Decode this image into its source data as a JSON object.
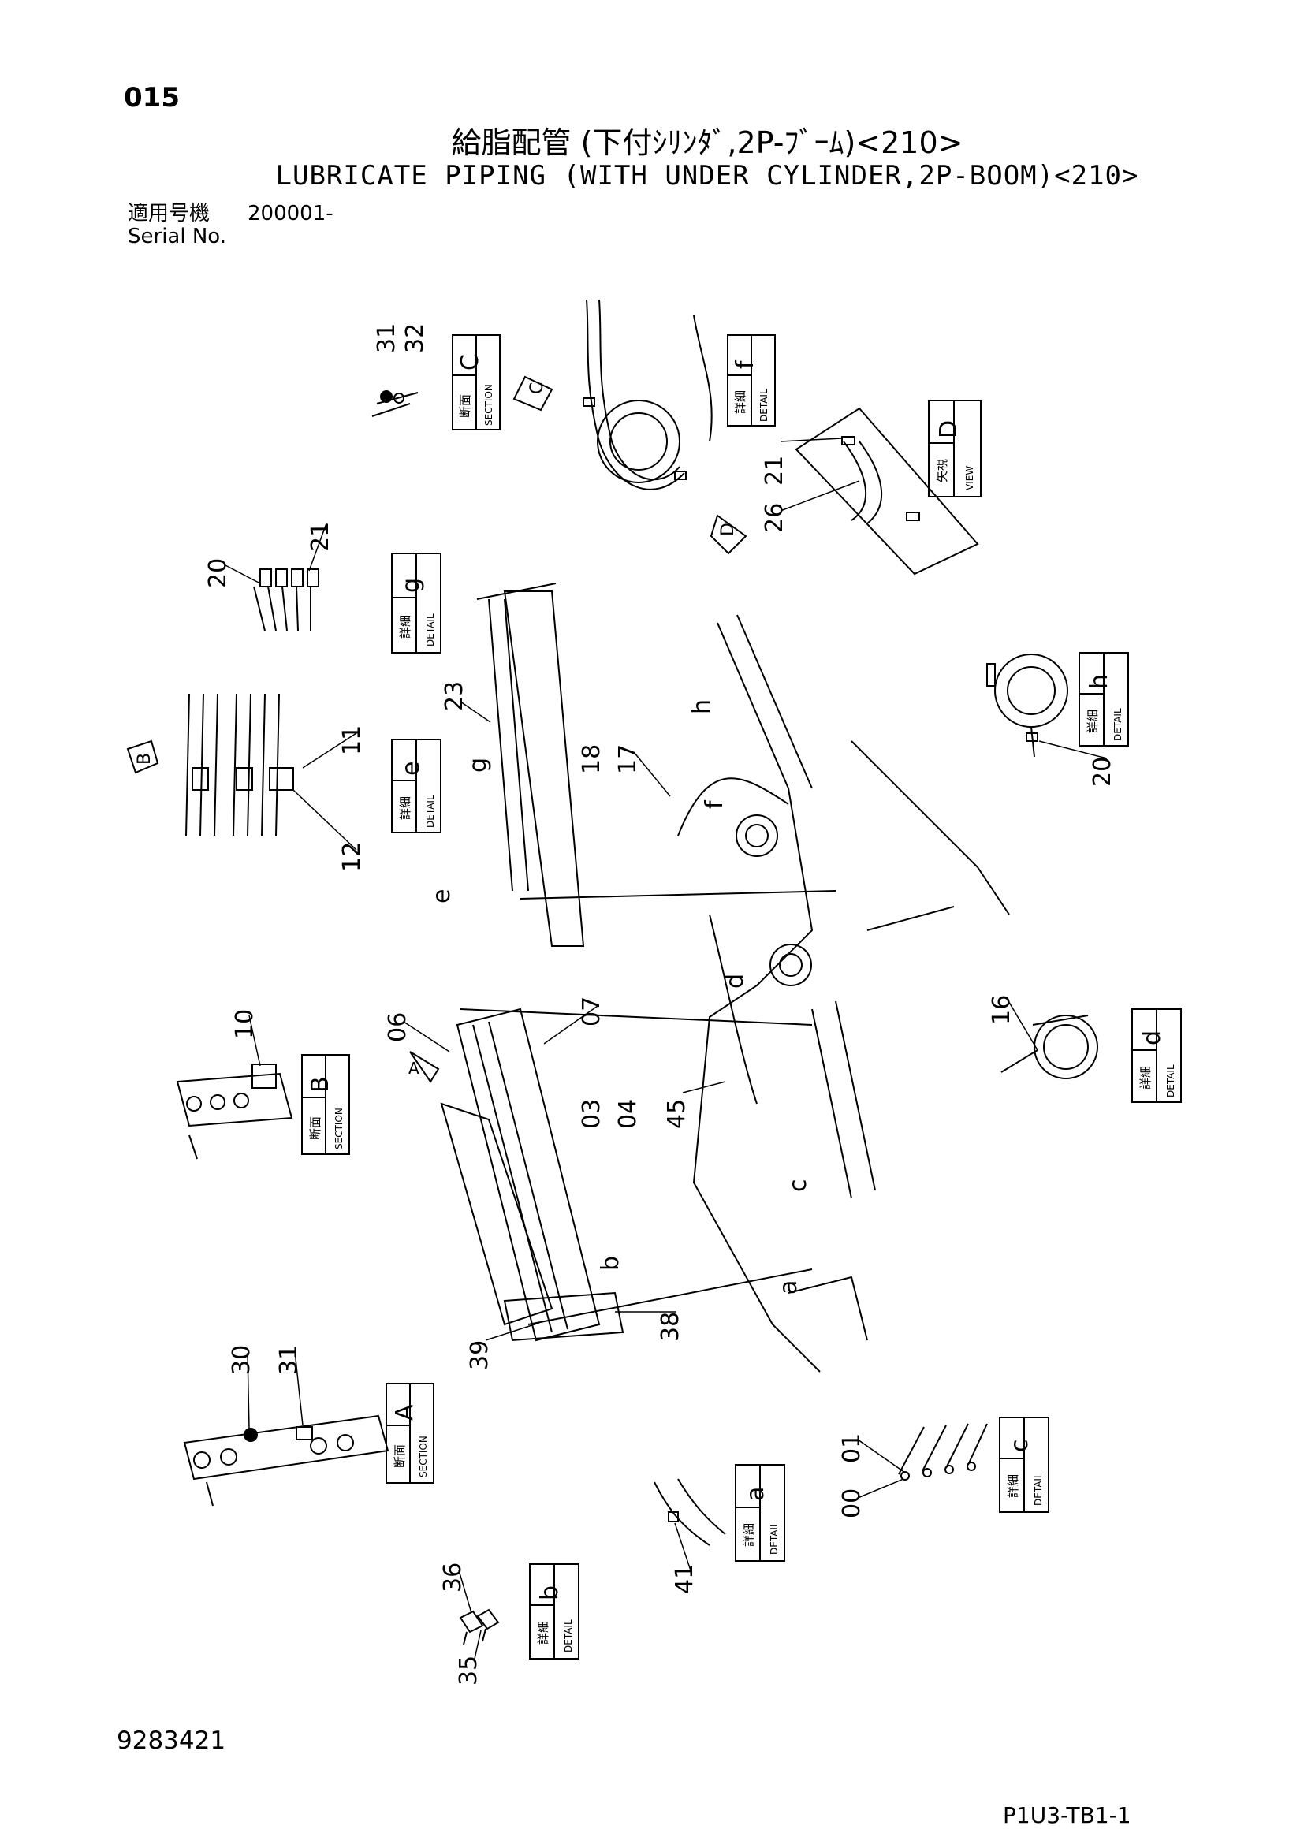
{
  "header": {
    "page_number": "015",
    "title_jp": "給脂配管 (下付ｼﾘﾝﾀﾞ,2P-ﾌﾞｰﾑ)<210>",
    "title_en": "LUBRICATE PIPING (WITH UNDER CYLINDER,2P-BOOM)<210>",
    "serial_label_jp": "適用号機",
    "serial_label_en": "Serial No.",
    "serial_value": "200001-"
  },
  "footer": {
    "doc_number": "9283421",
    "page_code": "P1U3-TB1-1"
  },
  "views": [
    {
      "id": "C",
      "jp": "断面",
      "en": "SECTION"
    },
    {
      "id": "f",
      "jp": "詳細",
      "en": "DETAIL"
    },
    {
      "id": "D",
      "jp": "矢視",
      "en": "VIEW"
    },
    {
      "id": "g",
      "jp": "詳細",
      "en": "DETAIL"
    },
    {
      "id": "h",
      "jp": "詳細",
      "en": "DETAIL"
    },
    {
      "id": "e",
      "jp": "詳細",
      "en": "DETAIL"
    },
    {
      "id": "d",
      "jp": "詳細",
      "en": "DETAIL"
    },
    {
      "id": "B",
      "jp": "断面",
      "en": "SECTION"
    },
    {
      "id": "A",
      "jp": "断面",
      "en": "SECTION"
    },
    {
      "id": "c",
      "jp": "詳細",
      "en": "DETAIL"
    },
    {
      "id": "a",
      "jp": "詳細",
      "en": "DETAIL"
    },
    {
      "id": "b",
      "jp": "詳細",
      "en": "DETAIL"
    }
  ],
  "callouts": [
    "31",
    "32",
    "21",
    "26",
    "20",
    "21",
    "23",
    "11",
    "12",
    "18",
    "17",
    "20",
    "06",
    "07",
    "03",
    "04",
    "45",
    "16",
    "10",
    "39",
    "38",
    "30",
    "31",
    "01",
    "00",
    "41",
    "36",
    "35"
  ],
  "view_markers": [
    "C",
    "D",
    "B",
    "A"
  ],
  "detail_letters": [
    "h",
    "f",
    "g",
    "e",
    "d",
    "c",
    "b",
    "a"
  ]
}
